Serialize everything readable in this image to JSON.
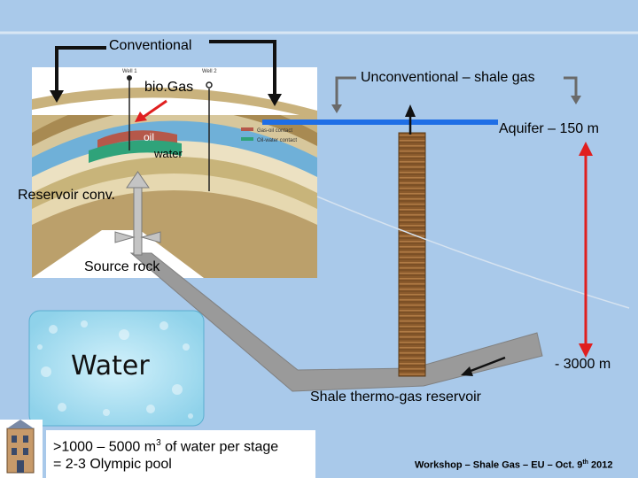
{
  "labels": {
    "conventional": "Conventional",
    "unconventional": "Unconventional – shale gas",
    "biogas": "bio.Gas",
    "oil": "oil",
    "water_small": "water",
    "aquifer": "Aquifer – 150 m",
    "reservoir_conv": "Reservoir conv.",
    "source_rock": "Source rock",
    "water_big": "Water",
    "depth": "- 3000 m",
    "shale_reservoir": "Shale thermo-gas reservoir"
  },
  "well_labels": {
    "well1": "Well 1",
    "well2": "Well 2"
  },
  "legend": {
    "gas_oil": "Gas-oil contact",
    "oil_water": "Oil-water contact"
  },
  "note": {
    "line1_prefix": ">1000 – 5000 m",
    "line1_exp": "3",
    "line1_suffix": " of water per stage",
    "line2": "= 2-3 Olympic pool"
  },
  "footer": {
    "text": "Workshop – Shale Gas – EU – Oct. 9",
    "sup": "th",
    "year": " 2012"
  },
  "colors": {
    "background": "#a9c9ea",
    "aquifer_line": "#1e6ee6",
    "depth_arrow": "#e01f1f",
    "pointer_arrow": "#e01f1f",
    "path_fill": "#9a9a9a"
  }
}
